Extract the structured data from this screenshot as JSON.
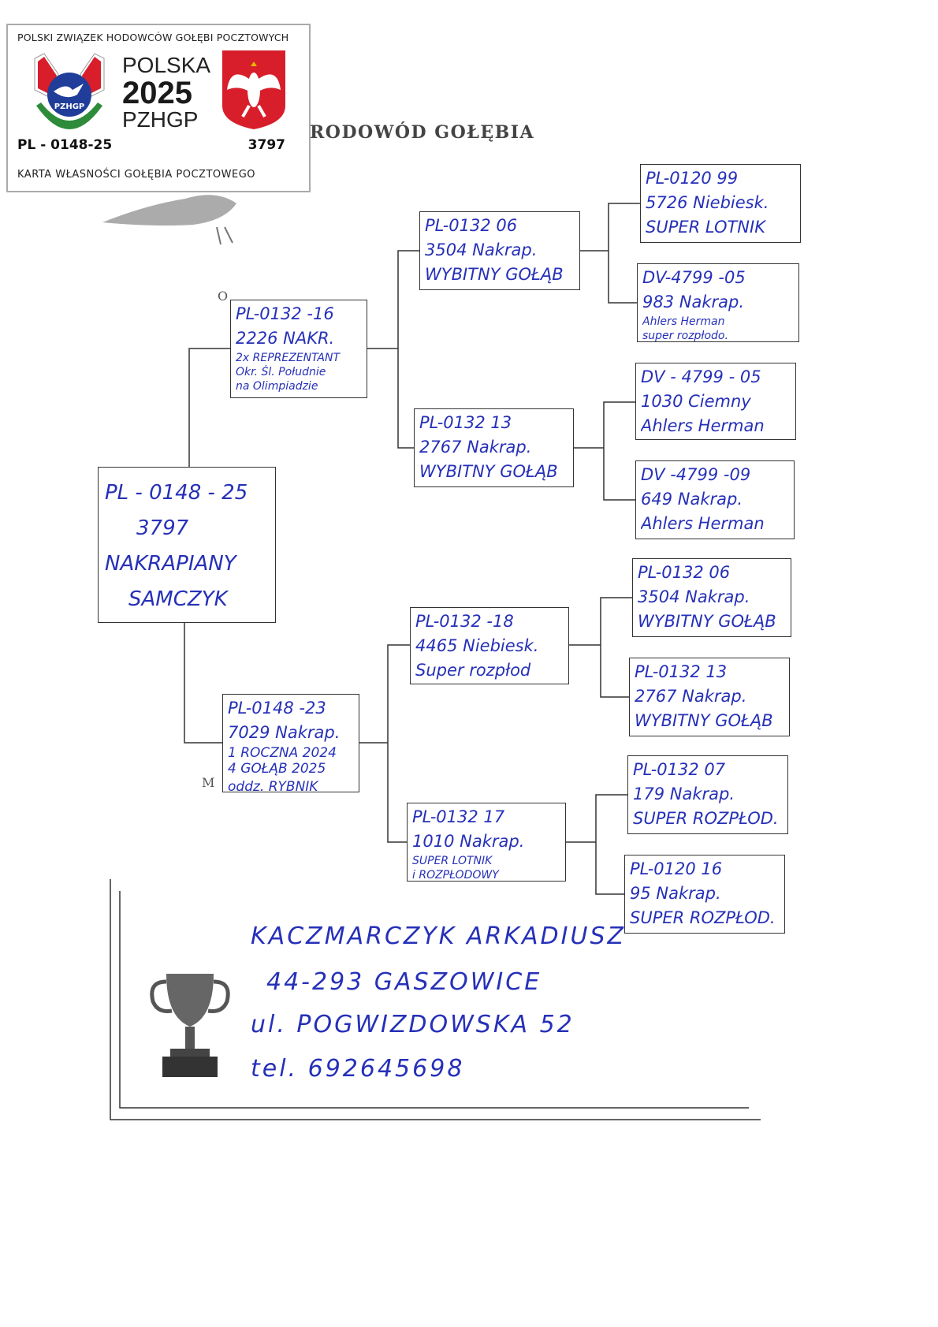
{
  "card": {
    "organization": "POLSKI ZWIĄZEK HODOWCÓW GOŁĘBI POCZTOWYCH",
    "country": "POLSKA",
    "year": "2025",
    "association": "PZHGP",
    "logo_text": "PZHGP",
    "ring_number": "PL - 0148-25",
    "number": "3797",
    "footer": "KARTA WŁASNOŚCI GOŁĘBIA POCZTOWEGO"
  },
  "document": {
    "title": "RODOWÓD GOŁĘBIA",
    "father_label": "O",
    "mother_label": "M"
  },
  "pedigree": {
    "subject": [
      "PL - 0148 - 25",
      "3797",
      "NAKRAPIANY",
      "SAMCZYK"
    ],
    "father": [
      "PL-0132 -16",
      "2226 NAKR.",
      "2x REPREZENTANT",
      "Okr. Śl. Południe",
      "na Olimpiadzie"
    ],
    "mother": [
      "PL-0148 -23",
      "7029 Nakrap.",
      "1 ROCZNA 2024",
      "4 GOŁĄB 2025",
      "oddz. RYBNIK"
    ],
    "ff": [
      "PL-0132 06",
      "3504 Nakrap.",
      "WYBITNY GOŁĄB"
    ],
    "fm": [
      "PL-0132 13",
      "2767 Nakrap.",
      "WYBITNY GOŁĄB"
    ],
    "mf": [
      "PL-0132 -18",
      "4465 Niebiesk.",
      "Super rozpłod"
    ],
    "mm": [
      "PL-0132 17",
      "1010 Nakrap.",
      "SUPER LOTNIK",
      "i ROZPŁODOWY"
    ],
    "fff": [
      "PL-0120 99",
      "5726 Niebiesk.",
      "SUPER LOTNIK"
    ],
    "ffm": [
      "DV-4799 -05",
      "983 Nakrap.",
      "Ahlers Herman",
      "super rozpłodo."
    ],
    "fmf": [
      "DV - 4799 - 05",
      "1030 Ciemny",
      "Ahlers Herman"
    ],
    "fmm": [
      "DV -4799 -09",
      "649 Nakrap.",
      "Ahlers Herman"
    ],
    "mff": [
      "PL-0132 06",
      "3504 Nakrap.",
      "WYBITNY GOŁĄB"
    ],
    "mfm": [
      "PL-0132 13",
      "2767 Nakrap.",
      "WYBITNY GOŁĄB"
    ],
    "mmf": [
      "PL-0132 07",
      "179 Nakrap.",
      "SUPER ROZPŁOD."
    ],
    "mmm": [
      "PL-0120 16",
      "95 Nakrap.",
      "SUPER ROZPŁOD."
    ]
  },
  "breeder": {
    "name": "KACZMARCZYK ARKADIUSZ",
    "postal": "44-293 GASZOWICE",
    "street": "ul. POGWIZDOWSKA 52",
    "phone": "tel. 692645698"
  },
  "colors": {
    "ink": "#2630b8",
    "red": "#d81e2a",
    "blue": "#1f3d99",
    "green": "#2e8b3a"
  }
}
